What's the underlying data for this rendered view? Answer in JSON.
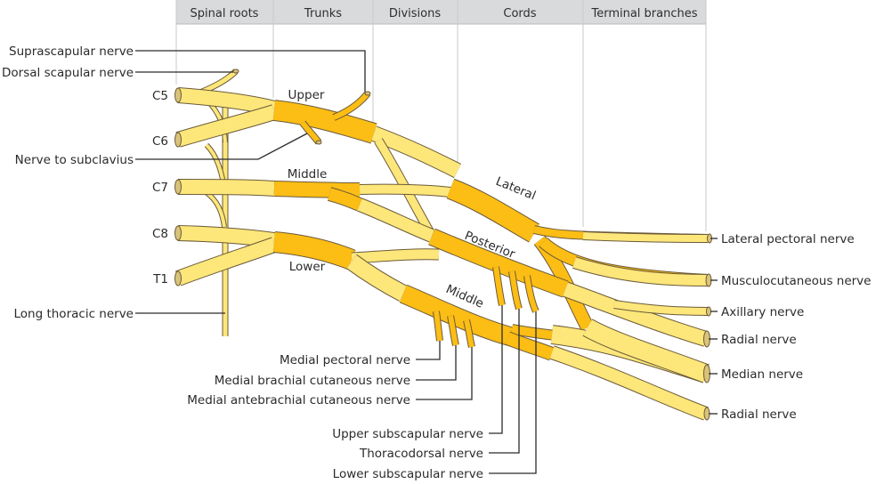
{
  "colors": {
    "light_nerve": "#fde77a",
    "dark_nerve": "#fcbd14",
    "nerve_outline": "#6b5a3a",
    "header_fill": "#d9dadb",
    "grid_line": "#c8c9cb",
    "text": "#2b2b2b"
  },
  "header": {
    "columns": [
      "Spinal roots",
      "Trunks",
      "Divisions",
      "Cords",
      "Terminal branches"
    ]
  },
  "roots": [
    "C5",
    "C6",
    "C7",
    "C8",
    "T1"
  ],
  "trunks": {
    "upper": "Upper",
    "middle": "Middle",
    "lower": "Lower"
  },
  "cords": {
    "lateral": "Lateral",
    "posterior": "Posterior",
    "medial": "Middle"
  },
  "left_labels": {
    "suprascapular": "Suprascapular nerve",
    "dorsal_scapular": "Dorsal scapular nerve",
    "subclavius": "Nerve to subclavius",
    "long_thoracic": "Long thoracic nerve"
  },
  "bottom_labels": {
    "medial_pectoral": "Medial pectoral nerve",
    "medial_brachial": "Medial brachial cutaneous nerve",
    "medial_antebrachial": "Medial antebrachial cutaneous nerve",
    "upper_subscapular": "Upper subscapular nerve",
    "thoracodorsal": "Thoracodorsal nerve",
    "lower_subscapular": "Lower subscapular nerve"
  },
  "terminal_labels": {
    "lateral_pectoral": "Lateral pectoral nerve",
    "musculocutaneous": "Musculocutaneous nerve",
    "axillary": "Axillary nerve",
    "radial_1": "Radial nerve",
    "median": "Median nerve",
    "radial_2": "Radial nerve"
  }
}
